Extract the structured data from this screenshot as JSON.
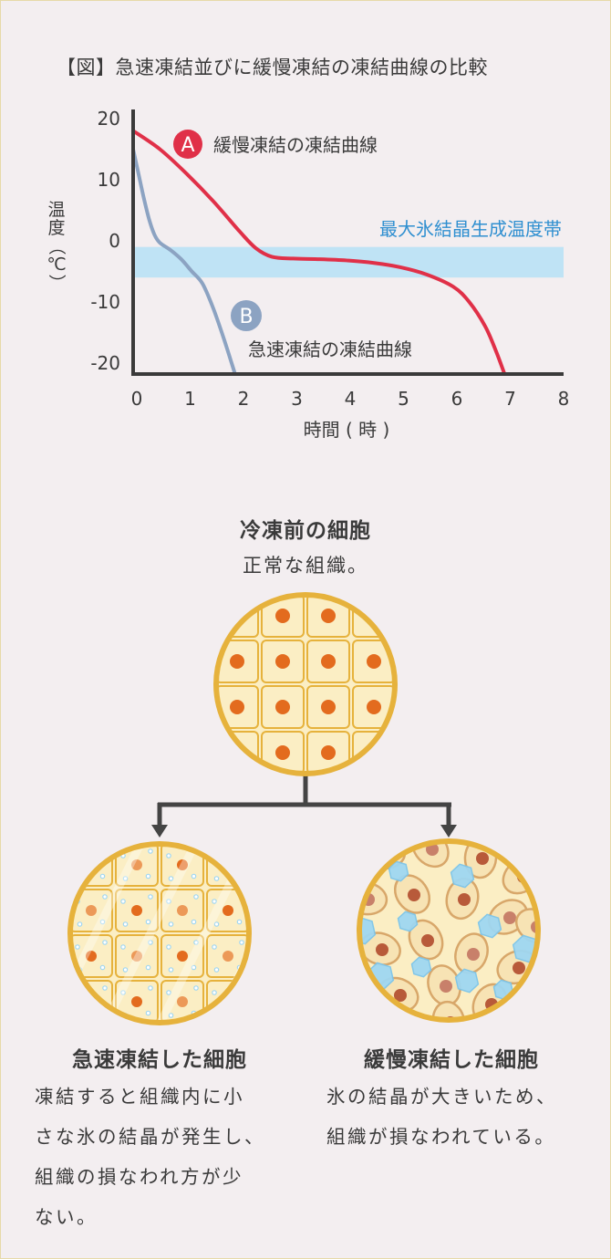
{
  "figure_title": "【図】急速凍結並びに緩慢凍結の凍結曲線の比較",
  "chart_data": {
    "type": "line",
    "ylabel": "温度（℃）",
    "xlabel": "時間 ( 時 )",
    "xlim": [
      0,
      8
    ],
    "ylim": [
      -20,
      20
    ],
    "x_ticks": [
      "0",
      "1",
      "2",
      "3",
      "4",
      "5",
      "6",
      "7",
      "8"
    ],
    "y_ticks": [
      "20",
      "10",
      "0",
      "-10",
      "-20"
    ],
    "band": {
      "label": "最大氷結晶生成温度帯",
      "from": -1,
      "to": -6,
      "color": "#bfe3f5",
      "label_color": "#2f8fd0"
    },
    "series": [
      {
        "name": "緩慢凍結の凍結曲線",
        "marker": "A",
        "color": "#e03048",
        "points": [
          [
            0,
            18
          ],
          [
            0.5,
            15
          ],
          [
            1,
            11
          ],
          [
            1.5,
            6.5
          ],
          [
            2,
            1.5
          ],
          [
            2.3,
            -1.2
          ],
          [
            2.6,
            -2.6
          ],
          [
            3,
            -2.9
          ],
          [
            3.5,
            -3
          ],
          [
            4,
            -3.2
          ],
          [
            4.5,
            -3.6
          ],
          [
            5,
            -4.3
          ],
          [
            5.5,
            -5.5
          ],
          [
            6,
            -7.5
          ],
          [
            6.3,
            -10
          ],
          [
            6.6,
            -14
          ],
          [
            6.8,
            -18
          ],
          [
            6.95,
            -21.5
          ]
        ]
      },
      {
        "name": "急速凍結の凍結曲線",
        "marker": "B",
        "color": "#8ca3c2",
        "points": [
          [
            0,
            15
          ],
          [
            0.1,
            11
          ],
          [
            0.2,
            7
          ],
          [
            0.3,
            3.5
          ],
          [
            0.4,
            1
          ],
          [
            0.5,
            -0.3
          ],
          [
            0.7,
            -1.5
          ],
          [
            0.9,
            -3
          ],
          [
            1.1,
            -5
          ],
          [
            1.3,
            -7
          ],
          [
            1.5,
            -11
          ],
          [
            1.7,
            -16
          ],
          [
            1.9,
            -21.5
          ]
        ]
      }
    ]
  },
  "cells": {
    "top": {
      "title": "冷凍前の細胞",
      "subtitle": "正常な組織。"
    },
    "left": {
      "title": "急速凍結した細胞",
      "description": [
        "凍結すると組織内に小",
        "さな氷の結晶が発生し、",
        "組織の損なわれ方が少",
        "ない。"
      ]
    },
    "right": {
      "title": "緩慢凍結した細胞",
      "description": [
        "氷の結晶が大きいため、",
        "組織が損なわれている。"
      ]
    }
  },
  "colors": {
    "cell_fill": "#fbeec4",
    "cell_border": "#e6b23c",
    "nucleus": "#e36b1e",
    "ice": "#9fd6f2",
    "arrow": "#444444"
  }
}
